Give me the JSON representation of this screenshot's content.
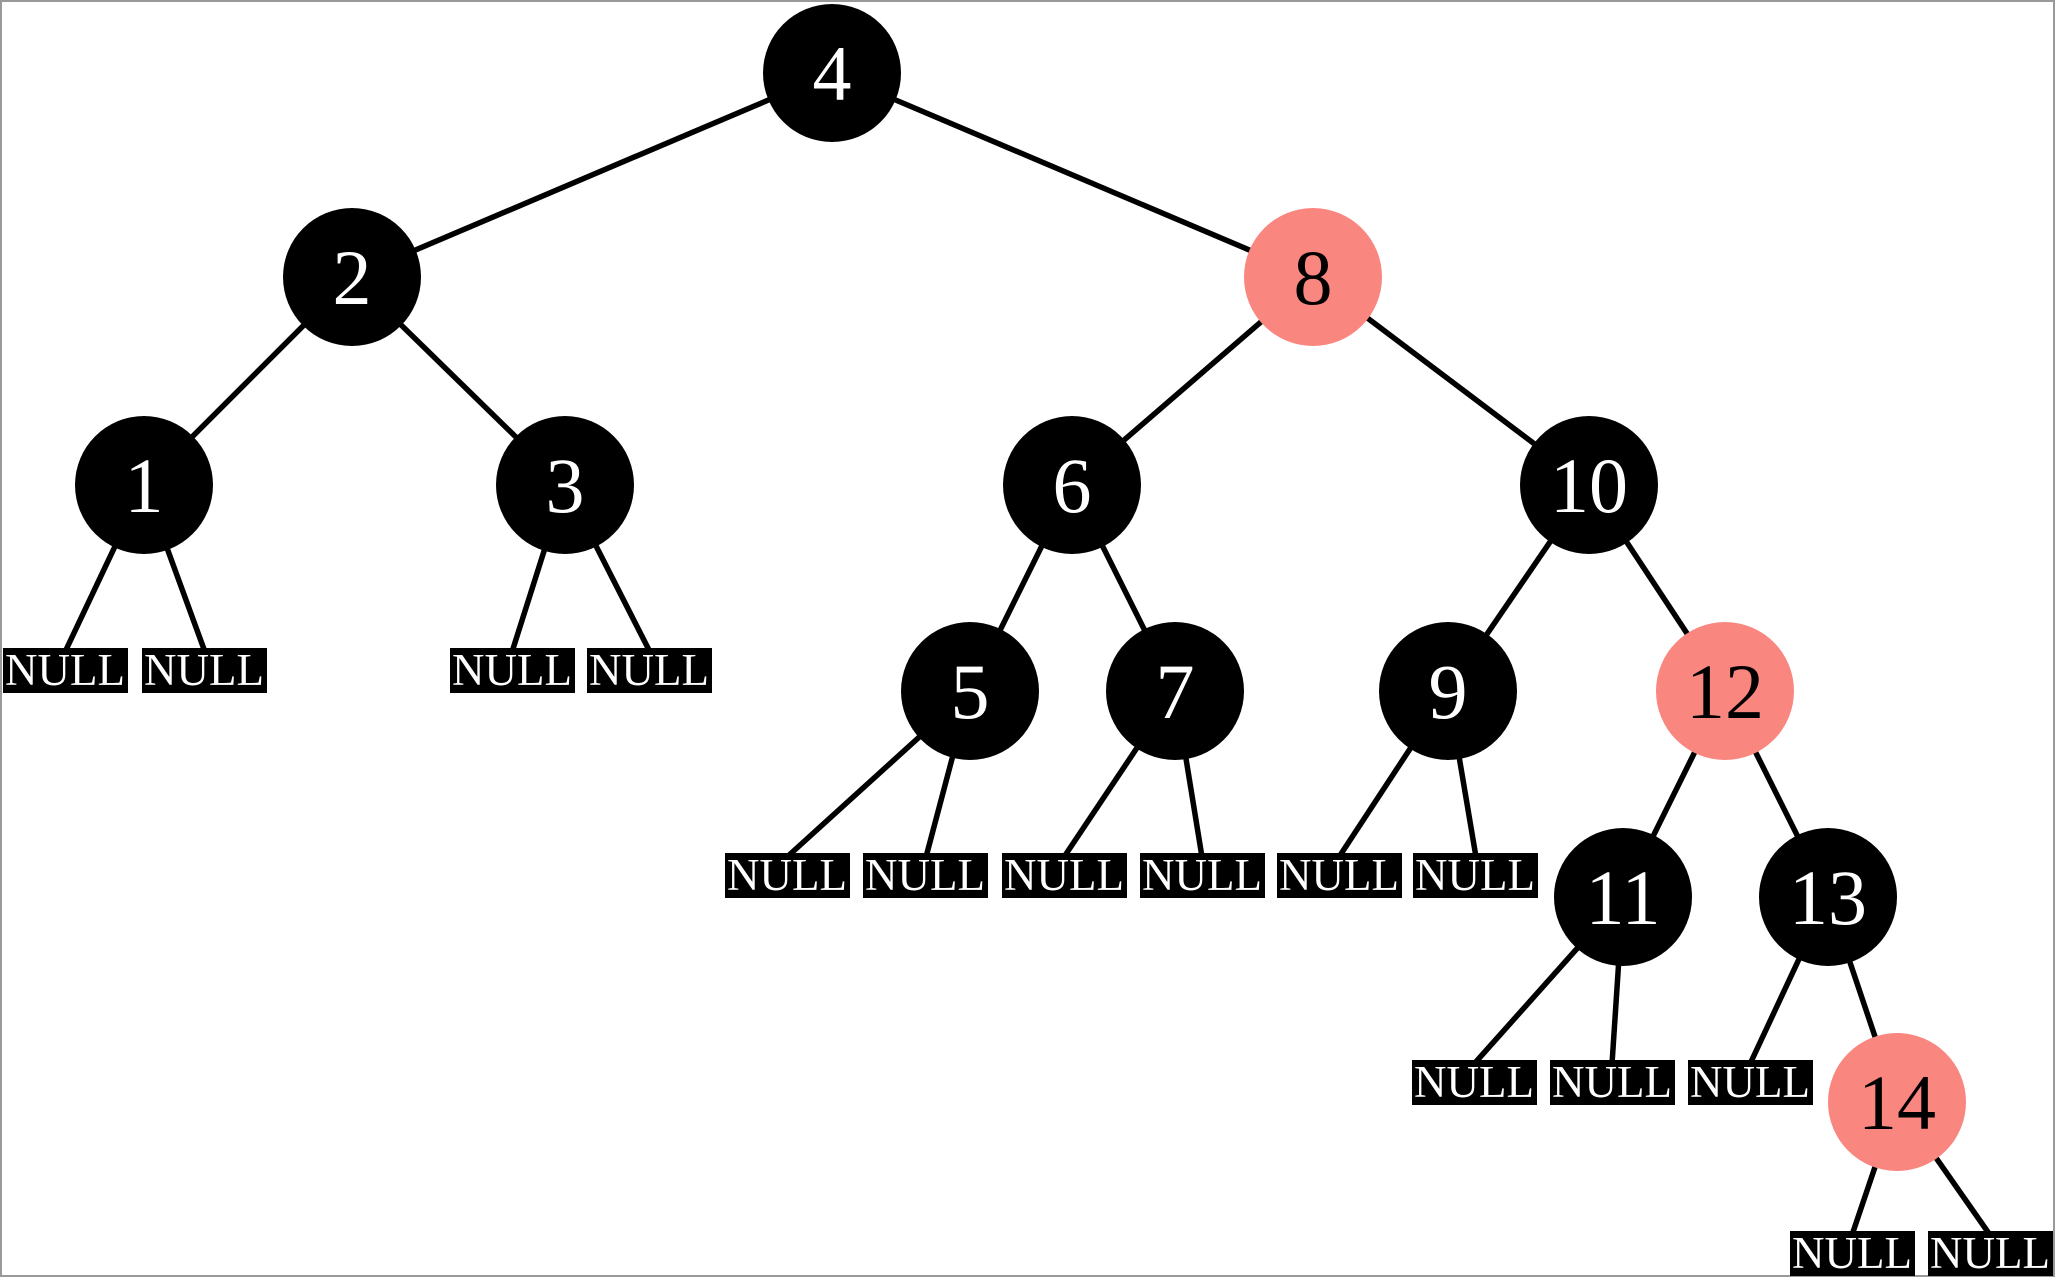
{
  "tree": {
    "type": "red-black binary search tree",
    "null_label": "NULL",
    "palette": {
      "black_node": "#000000",
      "red_node": "#FA8680",
      "text_on_black": "#ffffff",
      "text_on_red": "#000000",
      "edge": "#000000",
      "background": "#ffffff",
      "frame_border": "#999999"
    },
    "nodes": {
      "n4": {
        "value": "4",
        "color": "black",
        "fill": "#000000",
        "text_color": "#ffffff"
      },
      "n2": {
        "value": "2",
        "color": "black",
        "fill": "#000000",
        "text_color": "#ffffff"
      },
      "n8": {
        "value": "8",
        "color": "red",
        "fill": "#FA8680",
        "text_color": "#000000"
      },
      "n1": {
        "value": "1",
        "color": "black",
        "fill": "#000000",
        "text_color": "#ffffff"
      },
      "n3": {
        "value": "3",
        "color": "black",
        "fill": "#000000",
        "text_color": "#ffffff"
      },
      "n6": {
        "value": "6",
        "color": "black",
        "fill": "#000000",
        "text_color": "#ffffff"
      },
      "n10": {
        "value": "10",
        "color": "black",
        "fill": "#000000",
        "text_color": "#ffffff"
      },
      "n5": {
        "value": "5",
        "color": "black",
        "fill": "#000000",
        "text_color": "#ffffff"
      },
      "n7": {
        "value": "7",
        "color": "black",
        "fill": "#000000",
        "text_color": "#ffffff"
      },
      "n9": {
        "value": "9",
        "color": "black",
        "fill": "#000000",
        "text_color": "#ffffff"
      },
      "n12": {
        "value": "12",
        "color": "red",
        "fill": "#FA8680",
        "text_color": "#000000"
      },
      "n11": {
        "value": "11",
        "color": "black",
        "fill": "#000000",
        "text_color": "#ffffff"
      },
      "n13": {
        "value": "13",
        "color": "black",
        "fill": "#000000",
        "text_color": "#ffffff"
      },
      "n14": {
        "value": "14",
        "color": "red",
        "fill": "#FA8680",
        "text_color": "#000000"
      }
    },
    "edges": [
      "4→2",
      "4→8",
      "2→1",
      "2→3",
      "8→6",
      "8→10",
      "1→NULL",
      "1→NULL",
      "3→NULL",
      "3→NULL",
      "6→5",
      "6→7",
      "10→9",
      "10→12",
      "5→NULL",
      "5→NULL",
      "7→NULL",
      "7→NULL",
      "9→NULL",
      "9→NULL",
      "12→11",
      "12→13",
      "11→NULL",
      "11→NULL",
      "13→NULL",
      "13→14",
      "14→NULL",
      "14→NULL"
    ],
    "null_leaf_count": 15
  }
}
